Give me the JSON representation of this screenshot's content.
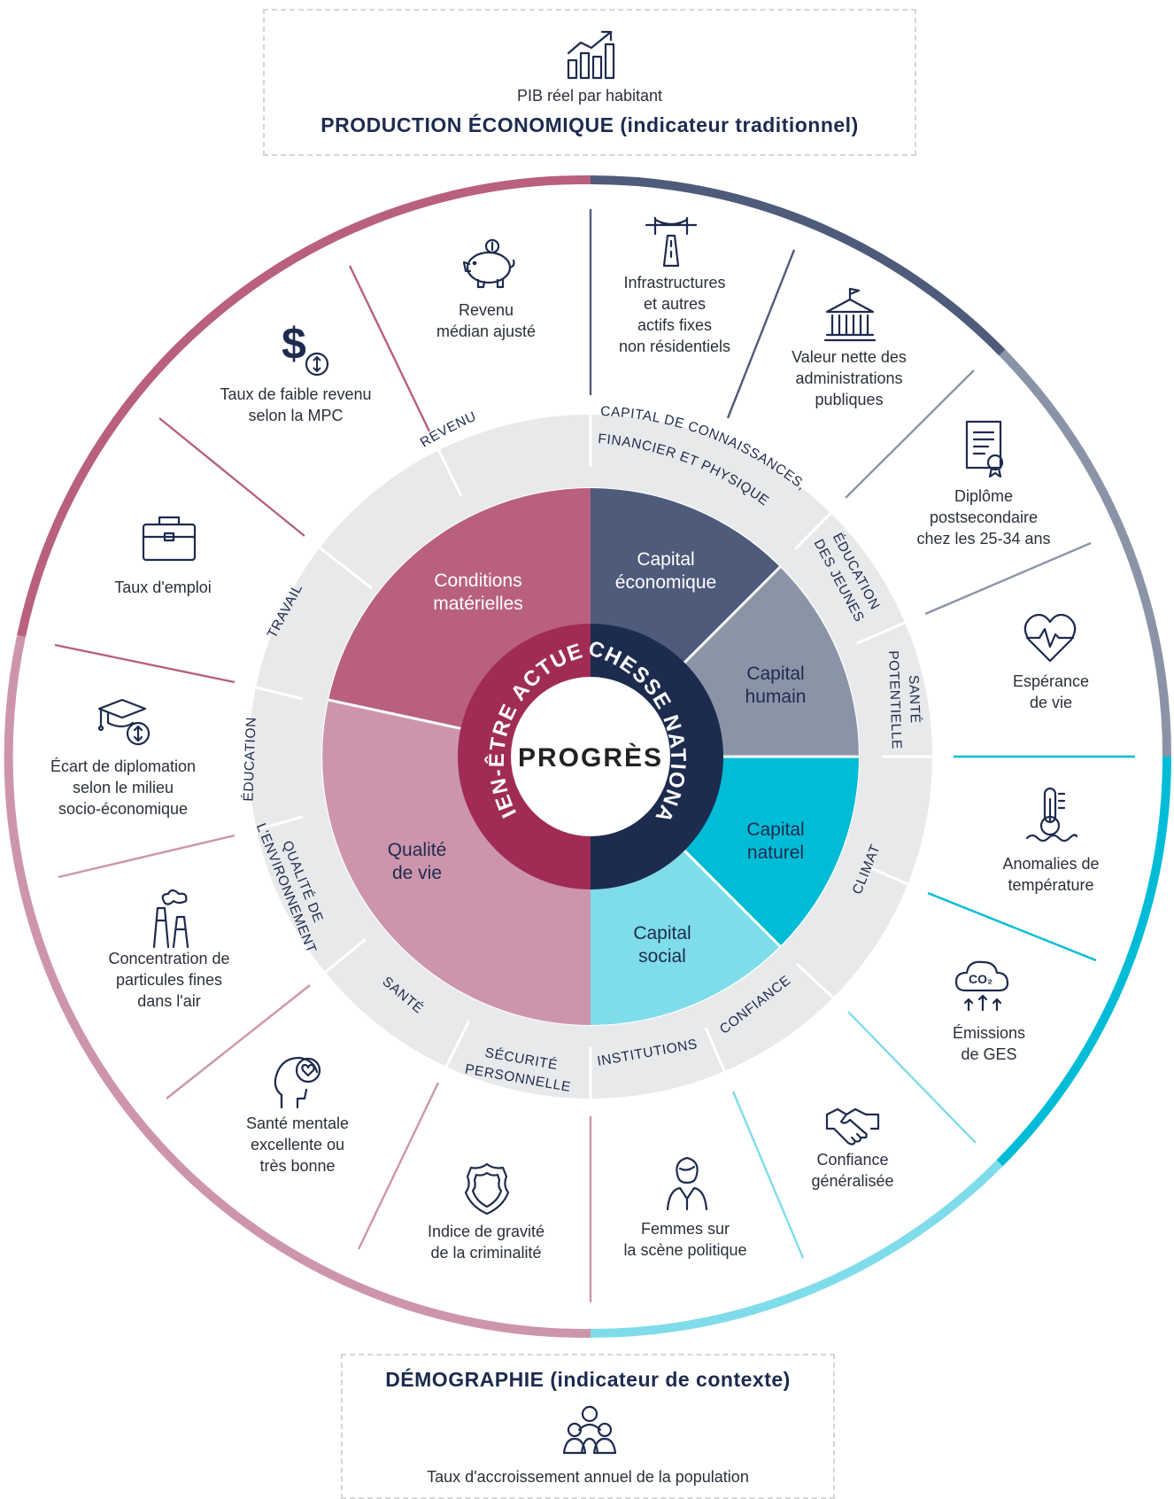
{
  "top_box": {
    "subtitle": "PIB réel par habitant",
    "title": "PRODUCTION ÉCONOMIQUE (indicateur traditionnel)"
  },
  "bottom_box": {
    "title": "DÉMOGRAPHIE (indicateur de contexte)",
    "subtitle": "Taux d'accroissement annuel de la population"
  },
  "center": {
    "title": "PROGRÈS",
    "left_band": "BIEN-ÊTRE ACTUEL",
    "right_band": "RICHESSE NATIONALE"
  },
  "capitals": {
    "materielles": [
      "Conditions",
      "matérielles"
    ],
    "qualite": [
      "Qualité",
      "de vie"
    ],
    "economique": [
      "Capital",
      "économique"
    ],
    "humain": [
      "Capital",
      "humain"
    ],
    "naturel": [
      "Capital",
      "naturel"
    ],
    "social": [
      "Capital",
      "social"
    ]
  },
  "domains": {
    "revenu": "REVENU",
    "travail": "TRAVAIL",
    "education": "ÉDUCATION",
    "environnement": [
      "QUALITÉ DE",
      "L'ENVIRONNEMENT"
    ],
    "sante": "SANTÉ",
    "securite": [
      "SÉCURITÉ",
      "PERSONNELLE"
    ],
    "institutions": "INSTITUTIONS",
    "confiance": "CONFIANCE",
    "climat": "CLIMAT",
    "sante_potentielle": [
      "SANTÉ",
      "POTENTIELLE"
    ],
    "education_jeunes": [
      "ÉDUCATION",
      "DES JEUNES"
    ],
    "capital_connaissances": [
      "CAPITAL DE CONNAISSANCES,",
      "FINANCIER ET PHYSIQUE"
    ]
  },
  "indicators": {
    "revenu_median": [
      "Revenu",
      "médian ajusté"
    ],
    "faible_revenu": [
      "Taux de faible revenu",
      "selon la MPC"
    ],
    "emploi": [
      "Taux d'emploi"
    ],
    "ecart_diplomation": [
      "Écart de diplomation",
      "selon le milieu",
      "socio-économique"
    ],
    "particules": [
      "Concentration de",
      "particules fines",
      "dans l'air"
    ],
    "sante_mentale": [
      "Santé mentale",
      "excellente ou",
      "très bonne"
    ],
    "criminalite": [
      "Indice de gravité",
      "de la criminalité"
    ],
    "femmes": [
      "Femmes sur",
      "la scène politique"
    ],
    "confiance_gen": [
      "Confiance",
      "généralisée"
    ],
    "ges": [
      "Émissions",
      "de GES"
    ],
    "temperature": [
      "Anomalies de",
      "température"
    ],
    "esperance": [
      "Espérance",
      "de vie"
    ],
    "diplome": [
      "Diplôme",
      "postsecondaire",
      "chez les 25-34 ans"
    ],
    "administrations": [
      "Valeur nette des",
      "administrations",
      "publiques"
    ],
    "infrastructures": [
      "Infrastructures",
      "et autres",
      "actifs fixes",
      "non résidentiels"
    ]
  },
  "colors": {
    "navy": "#1d2b4f",
    "maroon": "#a02c55",
    "pink_dark": "#b8607e",
    "pink_light": "#cd95ab",
    "slate": "#4e5b7a",
    "grey_blue": "#8b94a7",
    "cyan": "#00bcd6",
    "cyan_light": "#7fdcea",
    "ring_grey": "#e8e9ea"
  }
}
